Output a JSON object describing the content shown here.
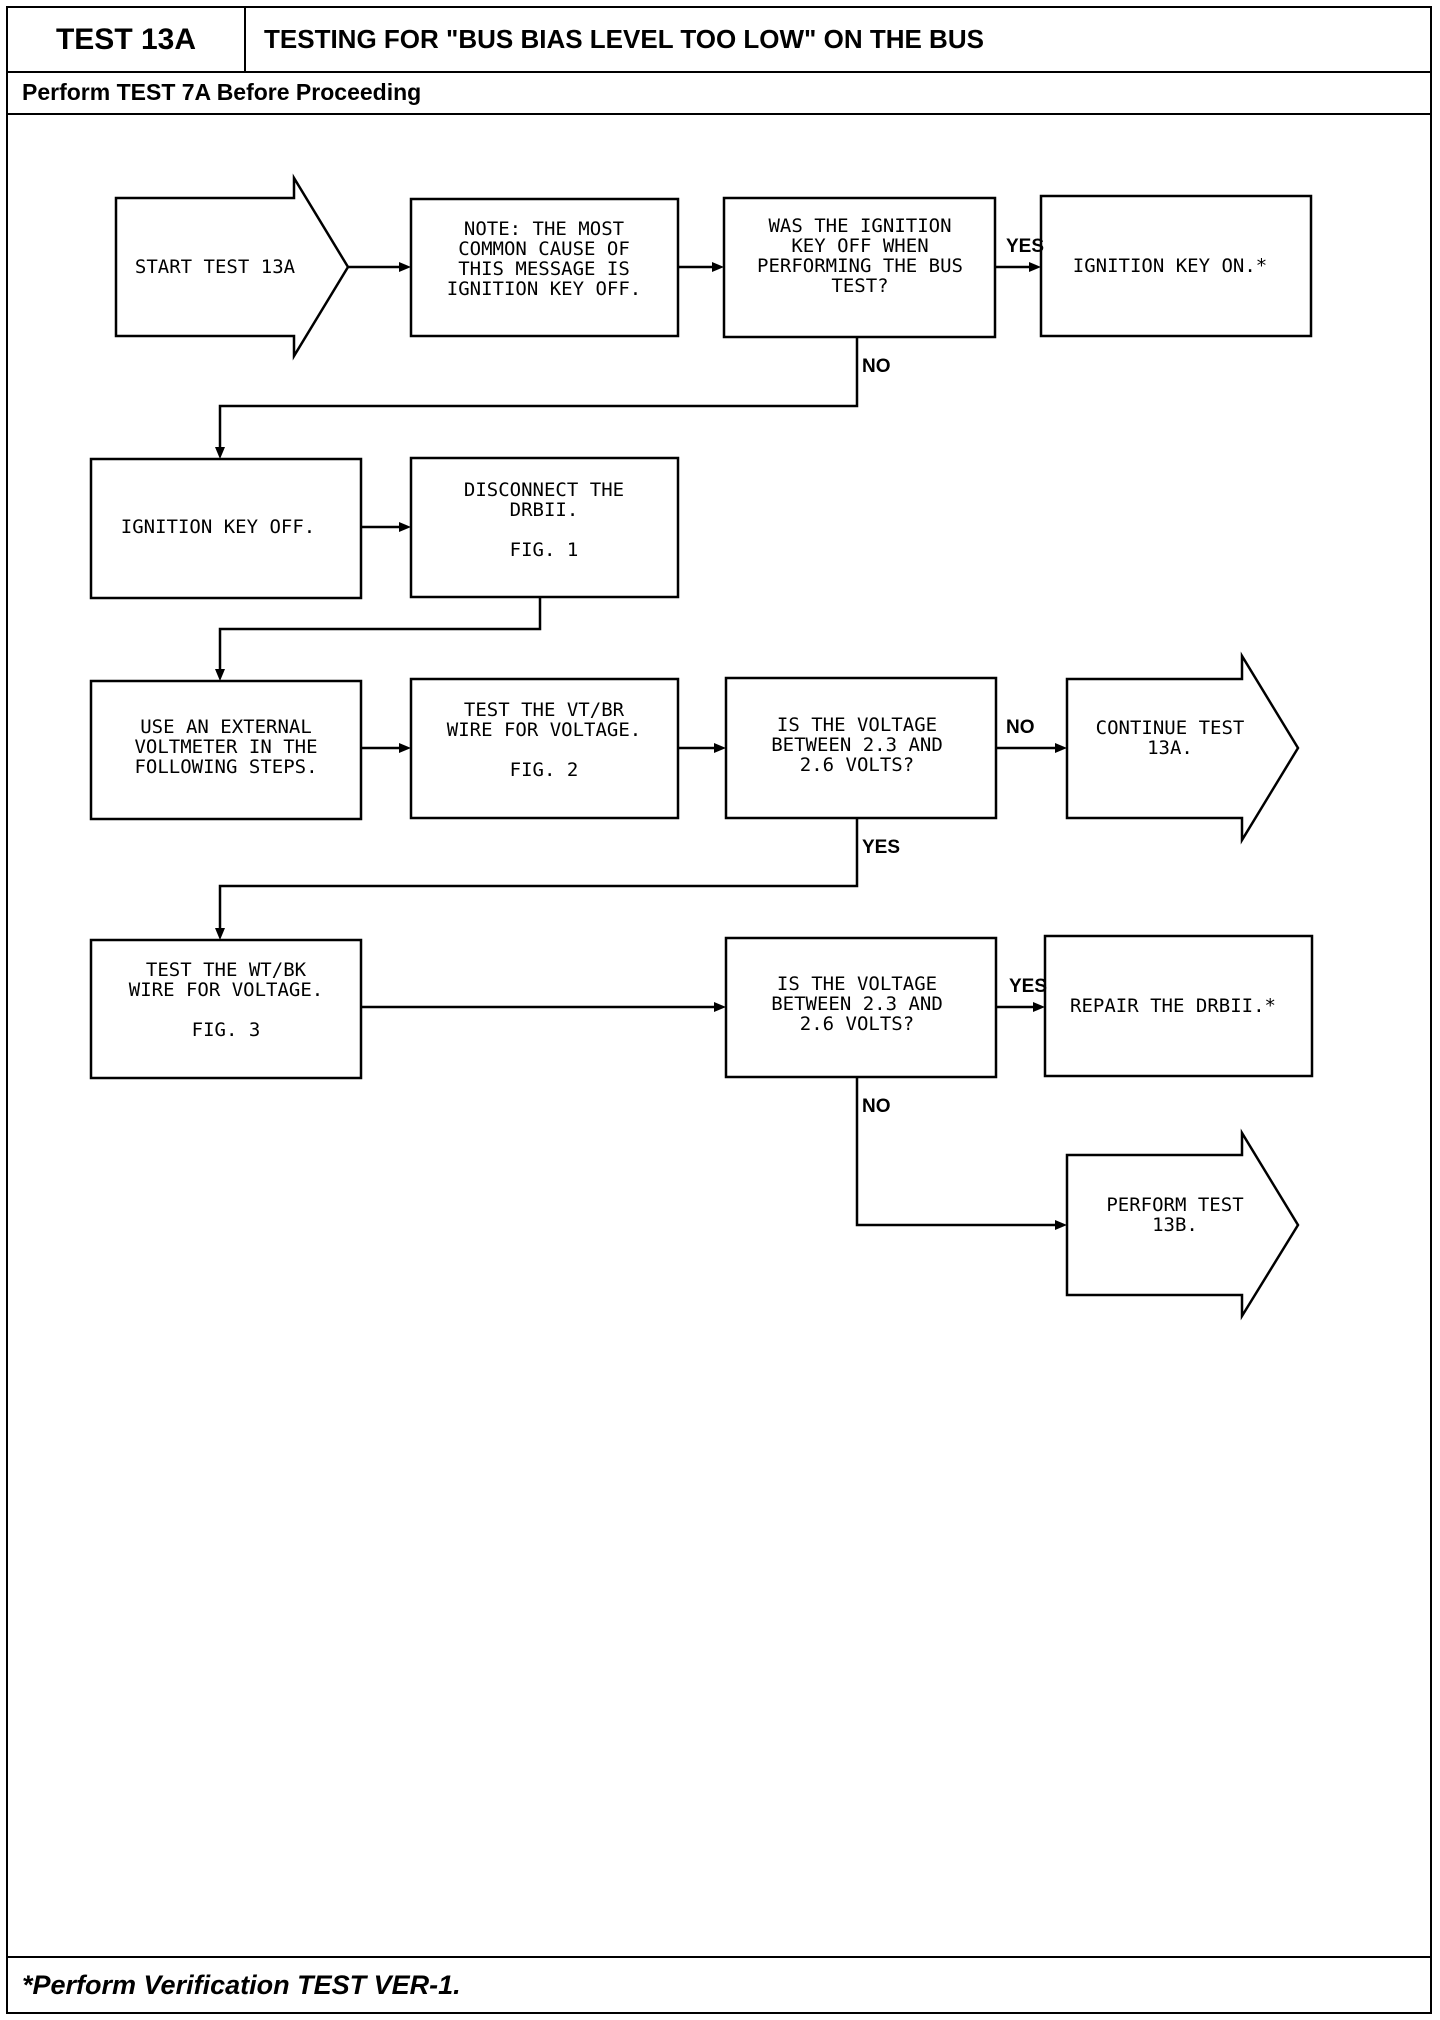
{
  "header": {
    "test_id": "TEST 13A",
    "title": "TESTING FOR \"BUS BIAS LEVEL TOO LOW\" ON THE BUS",
    "subtitle": "Perform TEST 7A Before Proceeding"
  },
  "footer": {
    "note": "*Perform Verification TEST VER-1."
  },
  "nodes": {
    "start": [
      "START TEST 13A"
    ],
    "note": [
      "NOTE: THE MOST",
      "COMMON CAUSE OF",
      "THIS MESSAGE IS",
      "IGNITION KEY OFF."
    ],
    "q_ignition": [
      "WAS THE IGNITION",
      "KEY OFF WHEN",
      "PERFORMING THE BUS",
      "TEST?"
    ],
    "ignition_on": [
      "IGNITION KEY ON.*"
    ],
    "ignition_off": [
      "IGNITION KEY OFF."
    ],
    "disconnect": [
      "DISCONNECT THE",
      "DRBII.",
      "",
      "FIG. 1"
    ],
    "use_voltmeter": [
      "USE AN EXTERNAL",
      "VOLTMETER IN THE",
      "FOLLOWING STEPS."
    ],
    "test_vtbr": [
      "TEST THE VT/BR",
      "WIRE FOR VOLTAGE.",
      "",
      "FIG. 2"
    ],
    "q_voltage_1": [
      "IS THE VOLTAGE",
      "BETWEEN 2.3 AND",
      "2.6 VOLTS?"
    ],
    "continue_13a": [
      "CONTINUE TEST",
      "13A."
    ],
    "test_wtbk": [
      "TEST THE WT/BK",
      "WIRE FOR VOLTAGE.",
      "",
      "FIG. 3"
    ],
    "q_voltage_2": [
      "IS THE VOLTAGE",
      "BETWEEN 2.3 AND",
      "2.6 VOLTS?"
    ],
    "repair_drbii": [
      "REPAIR THE DRBII.*"
    ],
    "perform_13b": [
      "PERFORM TEST",
      "13B."
    ]
  },
  "edge_labels": {
    "ign_yes": "YES",
    "ign_no": "NO",
    "v1_no": "NO",
    "v1_yes": "YES",
    "v2_yes": "YES",
    "v2_no": "NO"
  }
}
